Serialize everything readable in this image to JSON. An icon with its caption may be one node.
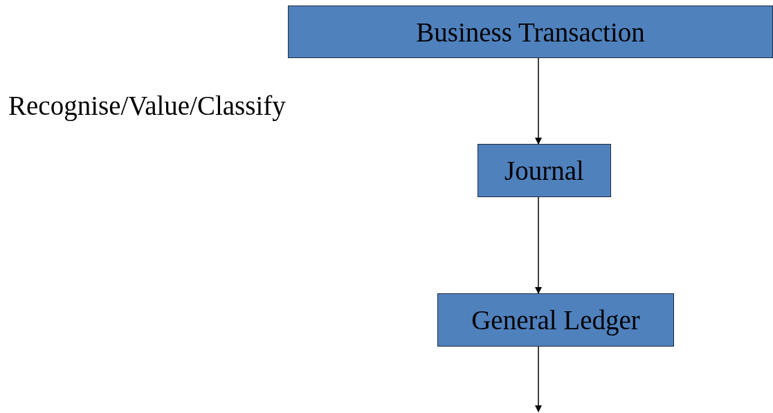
{
  "diagram": {
    "nodes": [
      {
        "text": [
          "Business Transaction"
        ]
      },
      {
        "text": [
          "Journal"
        ]
      },
      {
        "text": [
          "General Ledger"
        ]
      }
    ],
    "edges": [
      {
        "from": 0,
        "to": 1,
        "arrow": "to"
      },
      {
        "from": 1,
        "to": 2,
        "arrow": "to"
      },
      {
        "from": 2,
        "to": null,
        "arrow": "to"
      }
    ],
    "labels": [
      "Recognise/Value/Classify"
    ]
  }
}
